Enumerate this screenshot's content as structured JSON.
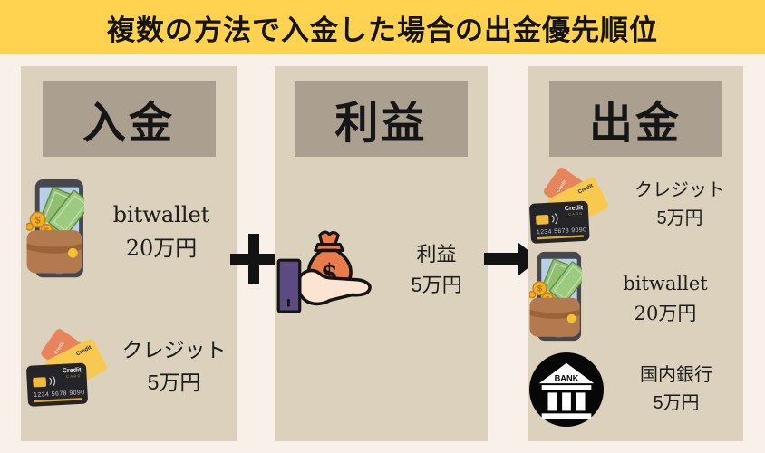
{
  "title": "複数の方法で入金した場合の出金優先順位",
  "colors": {
    "banner_yellow": "#FFD34F",
    "background_cream": "#F9F0EA",
    "panel_beige": "#DCD1BC",
    "header_box_brown": "#ABA08F",
    "text_black": "#1C1C1C"
  },
  "columns": [
    {
      "header": "入金",
      "items": [
        {
          "icon": "bitwallet-icon",
          "label": "bitwallet",
          "amount": "20万円"
        },
        {
          "icon": "credit-cards-icon",
          "label": "クレジット",
          "amount": "5万円"
        }
      ]
    },
    {
      "header": "利益",
      "items": [
        {
          "icon": "profit-hand-icon",
          "label": "利益",
          "amount": "5万円"
        }
      ]
    },
    {
      "header": "出金",
      "items": [
        {
          "icon": "credit-cards-icon",
          "label": "クレジット",
          "amount": "5万円"
        },
        {
          "icon": "bitwallet-icon",
          "label": "bitwallet",
          "amount": "20万円"
        },
        {
          "icon": "bank-icon",
          "label": "国内銀行",
          "amount": "5万円"
        }
      ]
    }
  ],
  "operators": {
    "plus_symbol": "+",
    "arrow_symbol": "→"
  },
  "icons": {
    "bank_label": "BANK",
    "card_brand": "Credit",
    "card_subbrand": "CARD",
    "card_number": "1234 5678 9090",
    "dollar": "$"
  }
}
